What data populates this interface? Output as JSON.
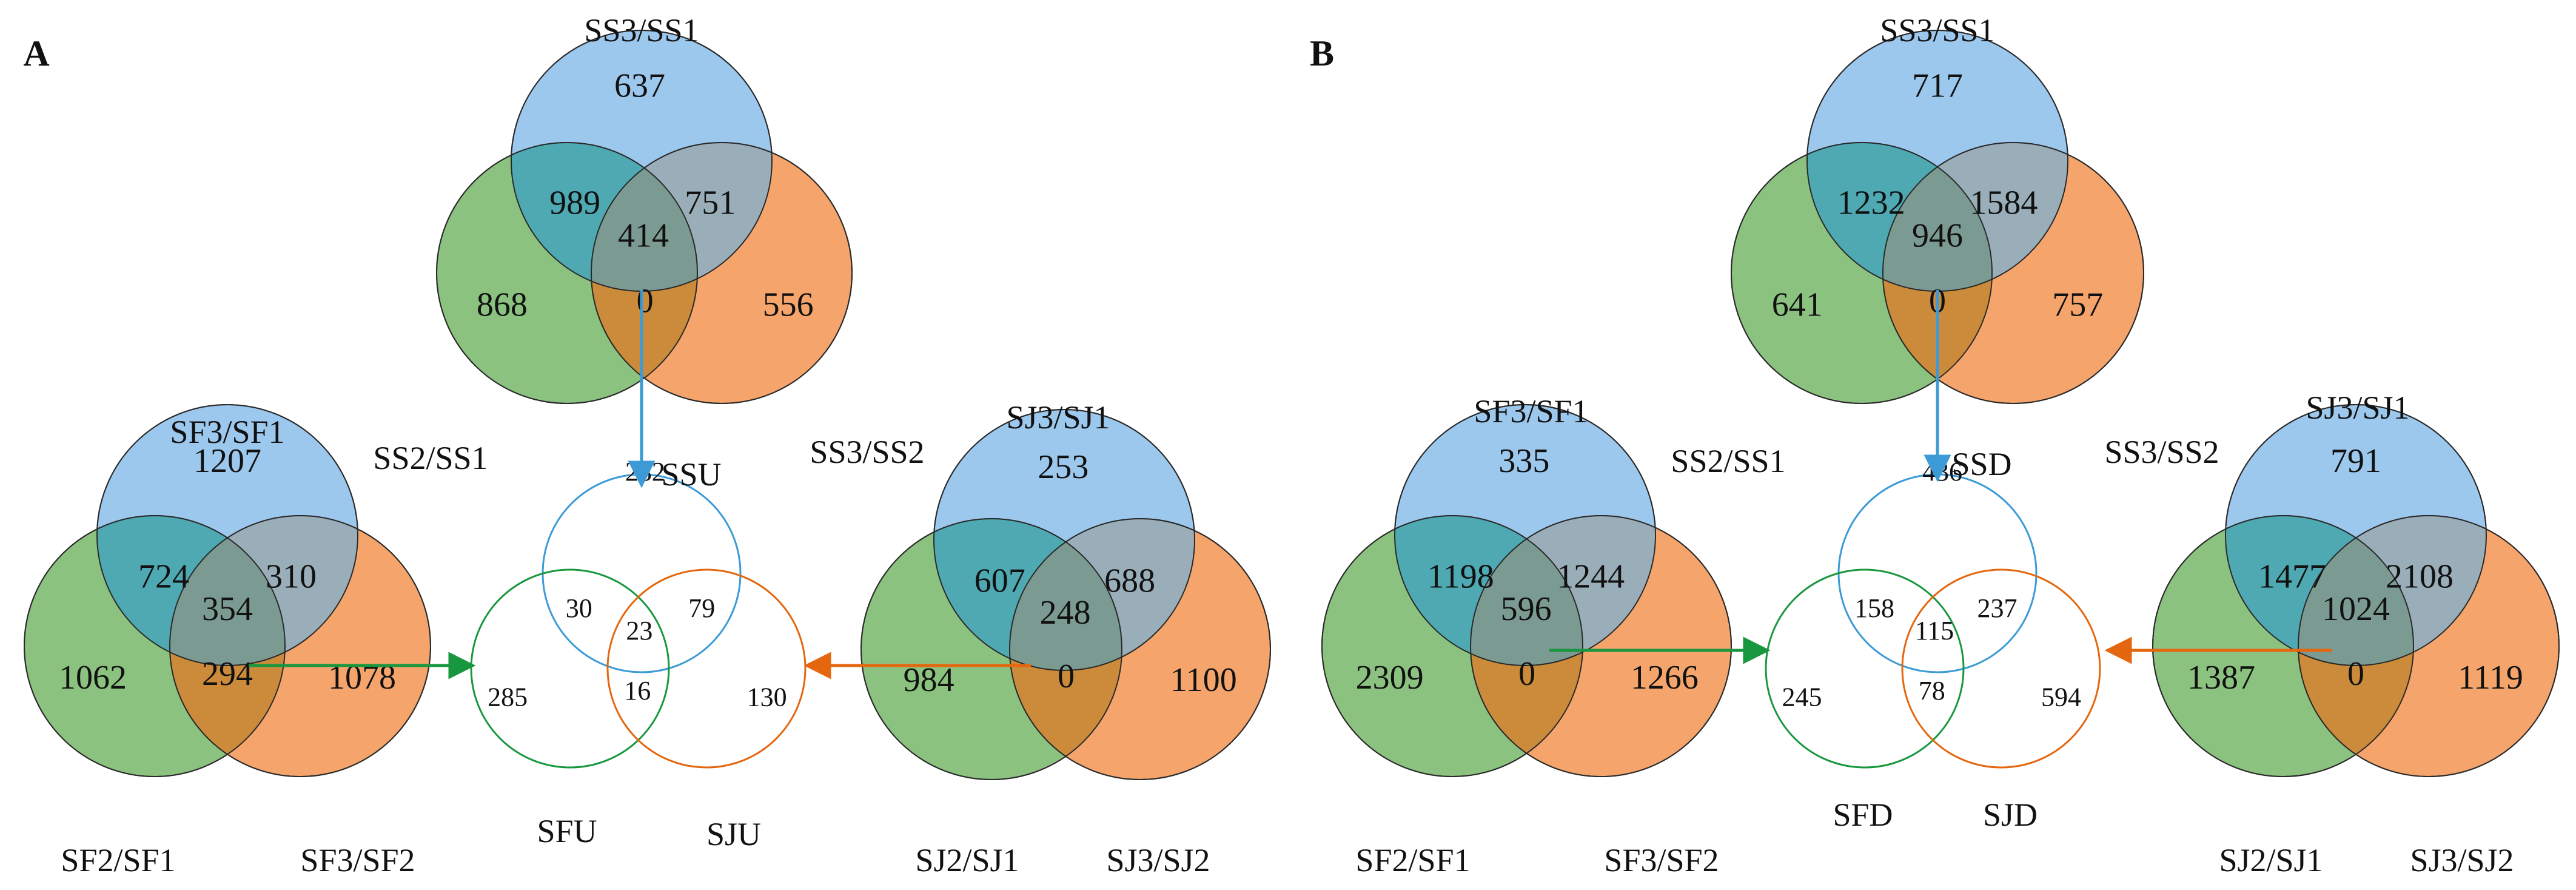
{
  "colors": {
    "blue": "#9dc8ee",
    "green": "#8cc27f",
    "orange": "#f5a56c",
    "blue_green": "#4ea9b3",
    "blue_orange": "#9aaeb9",
    "green_orange": "#cb8b3a",
    "center": "#7b9a91",
    "line_blue": "#3c9bd6",
    "line_green": "#19973f",
    "line_orange": "#e4670f"
  },
  "panels": [
    {
      "letter": "A",
      "venns": [
        {
          "key": "ss",
          "labels": {
            "top": "SS3/SS1",
            "left": "SS2/SS1",
            "right": "SS3/SS2"
          },
          "values": {
            "a_only": "637",
            "b_only": "868",
            "c_only": "556",
            "ab": "989",
            "ac": "751",
            "bc": "0",
            "abc": "414"
          }
        },
        {
          "key": "sf",
          "labels": {
            "top": "SF3/SF1",
            "left": "SF2/SF1",
            "right": "SF3/SF2"
          },
          "values": {
            "a_only": "1207",
            "b_only": "1062",
            "c_only": "1078",
            "ab": "724",
            "ac": "310",
            "bc": "294",
            "abc": "354"
          }
        },
        {
          "key": "sj",
          "labels": {
            "top": "SJ3/SJ1",
            "left": "SJ2/SJ1",
            "right": "SJ3/SJ2"
          },
          "values": {
            "a_only": "253",
            "b_only": "984",
            "c_only": "1100",
            "ab": "607",
            "ac": "688",
            "bc": "0",
            "abc": "248"
          }
        }
      ],
      "summary": {
        "labels": {
          "top": "SSU",
          "left": "SFU",
          "right": "SJU"
        },
        "values": {
          "a_only": "282",
          "b_only": "285",
          "c_only": "130",
          "ab": "30",
          "ac": "79",
          "bc": "16",
          "abc": "23"
        }
      }
    },
    {
      "letter": "B",
      "venns": [
        {
          "key": "ss",
          "labels": {
            "top": "SS3/SS1",
            "left": "SS2/SS1",
            "right": "SS3/SS2"
          },
          "values": {
            "a_only": "717",
            "b_only": "641",
            "c_only": "757",
            "ab": "1232",
            "ac": "1584",
            "bc": "0",
            "abc": "946"
          }
        },
        {
          "key": "sf",
          "labels": {
            "top": "SF3/SF1",
            "left": "SF2/SF1",
            "right": "SF3/SF2"
          },
          "values": {
            "a_only": "335",
            "b_only": "2309",
            "c_only": "1266",
            "ab": "1198",
            "ac": "1244",
            "bc": "0",
            "abc": "596"
          }
        },
        {
          "key": "sj",
          "labels": {
            "top": "SJ3/SJ1",
            "left": "SJ2/SJ1",
            "right": "SJ3/SJ2"
          },
          "values": {
            "a_only": "791",
            "b_only": "1387",
            "c_only": "1119",
            "ab": "1477",
            "ac": "2108",
            "bc": "0",
            "abc": "1024"
          }
        }
      ],
      "summary": {
        "labels": {
          "top": "SSD",
          "left": "SFD",
          "right": "SJD"
        },
        "values": {
          "a_only": "436",
          "b_only": "245",
          "c_only": "594",
          "ab": "158",
          "ac": "237",
          "bc": "78",
          "abc": "115"
        }
      }
    }
  ]
}
